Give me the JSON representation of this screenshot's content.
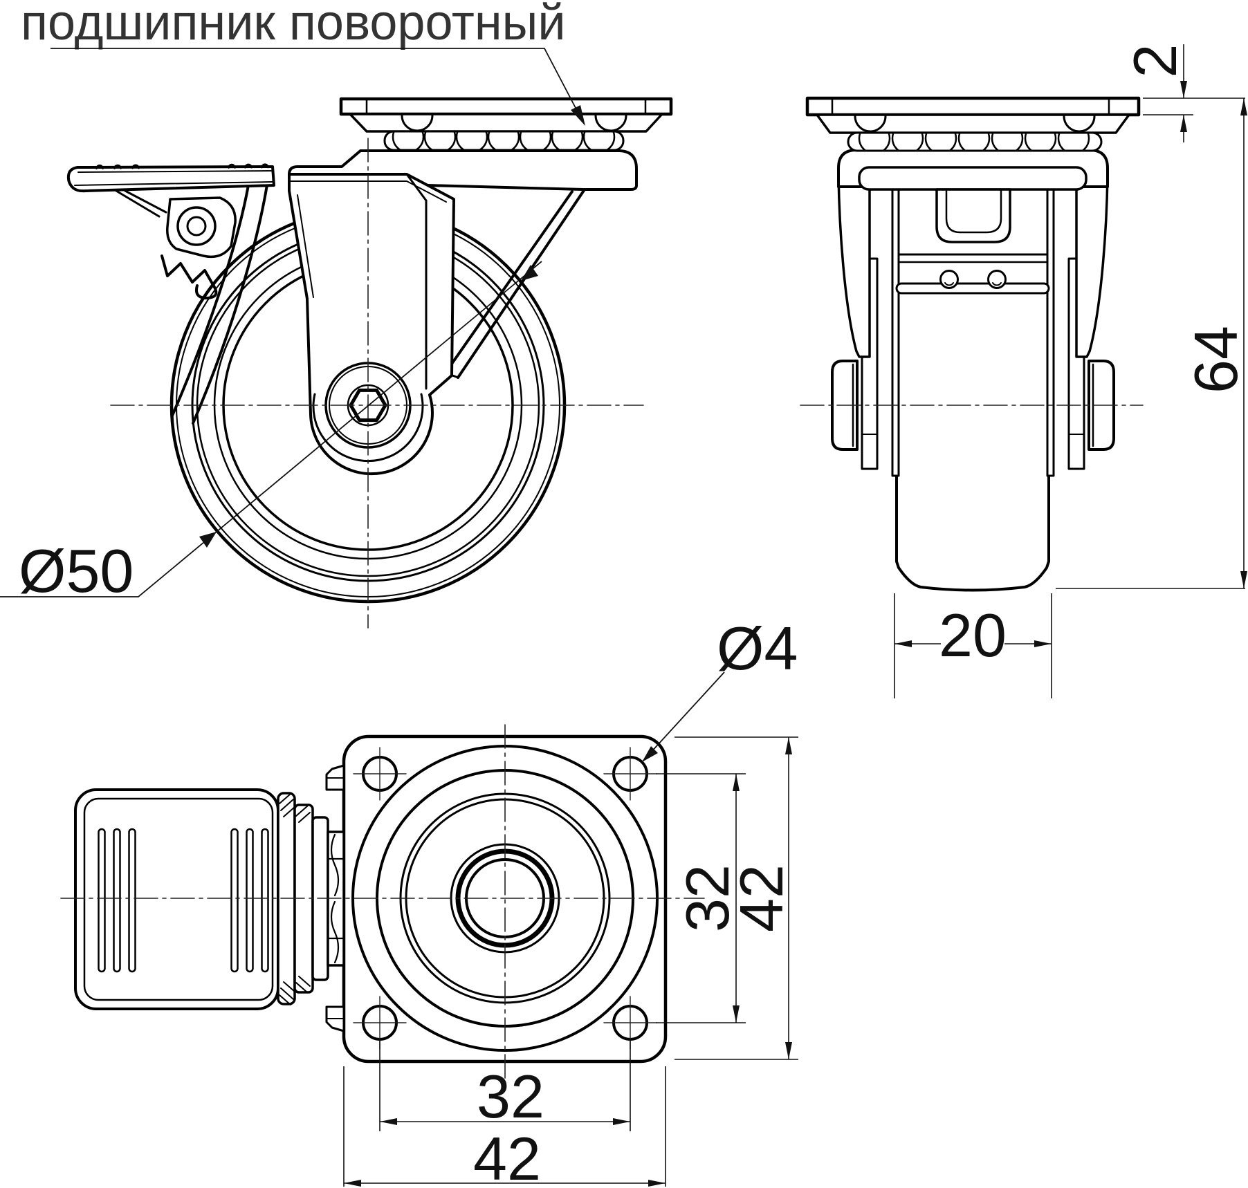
{
  "drawing": {
    "type": "technical-drawing",
    "subject": "swivel caster wheel with brake",
    "background_color": "#ffffff",
    "line_color": "#000000",
    "text_color": "#333333",
    "callout": {
      "label": "подшипник поворотный"
    },
    "views": {
      "side": {
        "title": "side view with brake lever",
        "dimensions": {
          "wheel_diameter": "Ø50"
        }
      },
      "front": {
        "title": "front view",
        "dimensions": {
          "plate_thickness": "2",
          "total_height": "64",
          "wheel_width": "20"
        }
      },
      "top": {
        "title": "top view of mounting plate",
        "dimensions": {
          "hole_diameter": "Ø4",
          "hole_spacing_vertical": "32",
          "plate_size_vertical": "42",
          "hole_spacing_horizontal": "32",
          "plate_size_horizontal": "42"
        }
      }
    }
  }
}
